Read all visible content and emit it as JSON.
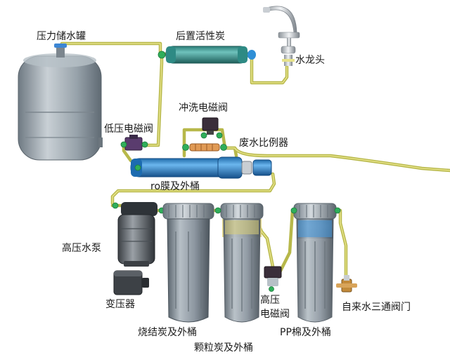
{
  "labels": {
    "tank": "压力储水罐",
    "post_carbon": "后置活性炭",
    "faucet": "水龙头",
    "flush_valve": "冲洗电磁阀",
    "low_pressure_valve": "低压电磁阀",
    "waste_ratio": "废水比例器",
    "ro_membrane": "ro膜及外桶",
    "pump": "高压水泵",
    "transformer": "变压器",
    "sintered_carbon": "烧结炭及外桶",
    "granular_carbon": "颗粒炭及外桶",
    "hp_valve_line1": "高压",
    "hp_valve_line2": "电磁阀",
    "pp_cotton": "PP棉及外桶",
    "inlet_valve": "自来水三通阀门"
  },
  "colors": {
    "pipe": "#b7b84a",
    "joint": "#2fae5a",
    "filter_housing": "#8e9aa6",
    "ro_housing": "#3a8fd0",
    "tank_body": "#9aa4ac"
  }
}
